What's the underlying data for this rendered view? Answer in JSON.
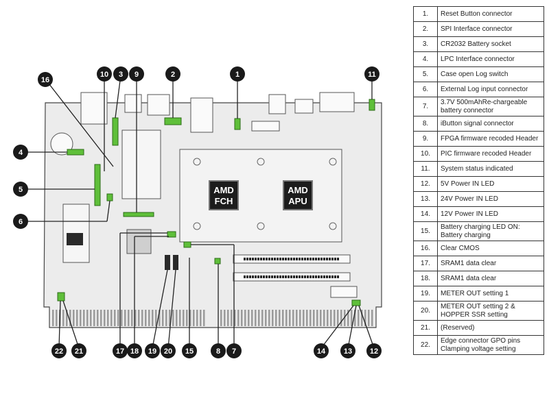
{
  "chips": [
    {
      "id": "fch",
      "line1": "AMD",
      "line2": "FCH"
    },
    {
      "id": "apu",
      "line1": "AMD",
      "line2": "APU"
    }
  ],
  "callouts": [
    {
      "label": "1"
    },
    {
      "label": "2"
    },
    {
      "label": "3"
    },
    {
      "label": "4"
    },
    {
      "label": "5"
    },
    {
      "label": "6"
    },
    {
      "label": "7"
    },
    {
      "label": "8"
    },
    {
      "label": "9"
    },
    {
      "label": "10"
    },
    {
      "label": "11"
    },
    {
      "label": "14"
    },
    {
      "label": "13"
    },
    {
      "label": "12"
    },
    {
      "label": "15"
    },
    {
      "label": "16"
    },
    {
      "label": "17"
    },
    {
      "label": "18"
    },
    {
      "label": "19"
    },
    {
      "label": "20"
    },
    {
      "label": "21"
    },
    {
      "label": "22"
    }
  ],
  "legend": [
    {
      "num": "1.",
      "text": "Reset Button connector"
    },
    {
      "num": "2.",
      "text": "SPI Interface connector"
    },
    {
      "num": "3.",
      "text": "CR2032 Battery socket"
    },
    {
      "num": "4.",
      "text": "LPC Interface connector"
    },
    {
      "num": "5.",
      "text": "Case open Log switch"
    },
    {
      "num": "6.",
      "text": "External Log input connector"
    },
    {
      "num": "7.",
      "text": "3.7V 500mAhRe-chargeable battery connector"
    },
    {
      "num": "8.",
      "text": "iButton signal connector"
    },
    {
      "num": "9.",
      "text": "FPGA firmware recoded Header"
    },
    {
      "num": "10.",
      "text": "PIC firmware recoded Header"
    },
    {
      "num": "11.",
      "text": "System status indicated"
    },
    {
      "num": "12.",
      "text": "5V Power IN LED"
    },
    {
      "num": "13.",
      "text": "24V Power IN LED"
    },
    {
      "num": "14.",
      "text": "12V Power IN LED"
    },
    {
      "num": "15.",
      "text": "Battery charging LED ON: Battery charging"
    },
    {
      "num": "16.",
      "text": "Clear CMOS"
    },
    {
      "num": "17.",
      "text": "SRAM1 data clear"
    },
    {
      "num": "18.",
      "text": "SRAM1 data clear"
    },
    {
      "num": "19.",
      "text": "METER OUT setting 1"
    },
    {
      "num": "20.",
      "text": "METER OUT setting 2 & HOPPER SSR setting"
    },
    {
      "num": "21.",
      "text": "(Reserved)"
    },
    {
      "num": "22.",
      "text": "Edge connector GPO pins Clamping voltage setting"
    }
  ],
  "colors": {
    "board": "#e9e9e9",
    "outline": "#444444",
    "header_green": "#5fbf3a",
    "callout": "#1a1a1a",
    "chip": "#1c1c1c"
  }
}
